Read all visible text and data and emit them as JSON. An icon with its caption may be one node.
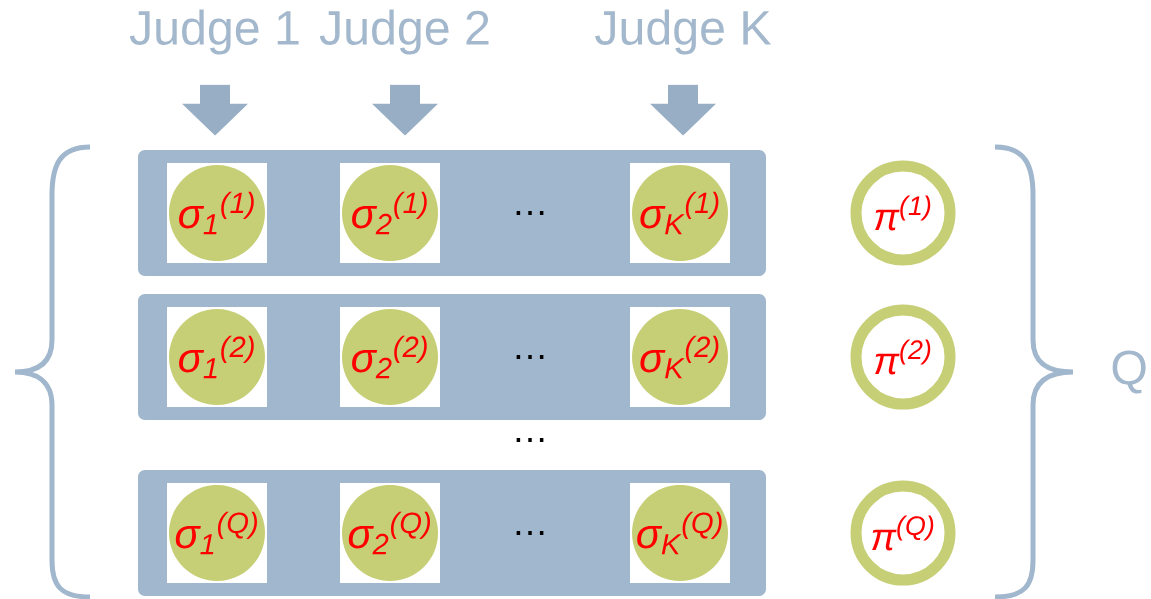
{
  "diagram": {
    "nodes": [
      {
        "text": [
          "Judge 1"
        ]
      },
      {
        "text": [
          "Judge 2"
        ]
      },
      {
        "text": [
          "Judge K"
        ]
      },
      {
        "text": [],
        "shape": "box"
      },
      {
        "text": [
          "σ$_{1}$$^{(1)}$"
        ],
        "in": 3
      },
      {
        "text": [
          "σ$_{2}$$^{(1)}$"
        ],
        "in": 3
      },
      {
        "text": [
          "σ$_{K}$$^{(1)}$"
        ],
        "in": 3
      },
      {
        "text": [
          "π$^{(1)}$"
        ]
      },
      {
        "text": [],
        "shape": "box"
      },
      {
        "text": [
          "σ$_{1}$$^{(2)}$"
        ],
        "in": 8
      },
      {
        "text": [
          "σ$_{2}$$^{(2)}$"
        ],
        "in": 8
      },
      {
        "text": [
          "σ$_{K}$$^{(2)}$"
        ],
        "in": 8
      },
      {
        "text": [
          "π$^{(2)}$"
        ]
      },
      {
        "text": [],
        "shape": "box"
      },
      {
        "text": [
          "σ$_{1}$$^{(Q)}$"
        ],
        "in": 13
      },
      {
        "text": [
          "σ$_{2}$$^{(Q)}$"
        ],
        "in": 13
      },
      {
        "text": [
          "σ$_{K}$$^{(Q)}$"
        ],
        "in": 13
      },
      {
        "text": [
          "π$^{(Q)}$"
        ]
      }
    ],
    "edges": [
      {
        "from": 0,
        "to": 3,
        "arrow": "to"
      },
      {
        "from": 1,
        "to": 3,
        "arrow": "to"
      },
      {
        "from": 2,
        "to": 3,
        "arrow": "to"
      }
    ],
    "labels": [
      "…",
      "…",
      "…",
      "…",
      "Q"
    ]
  }
}
